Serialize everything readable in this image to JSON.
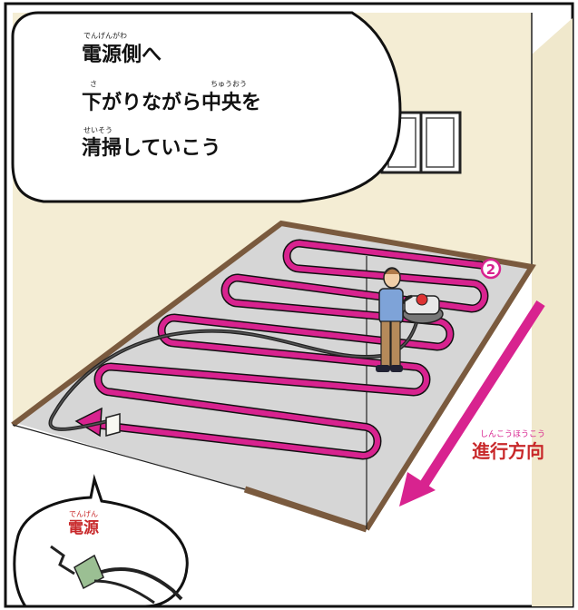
{
  "speech_bubble": {
    "line1": {
      "ruby": "でんげんがわ",
      "text": "電源側へ"
    },
    "line2": {
      "ruby_sa": "さ",
      "ruby_chuou": "ちゅうおう",
      "text": "下がりながら中央を"
    },
    "line3": {
      "ruby": "せいそう",
      "text": "清掃していこう"
    }
  },
  "step_badge": "2",
  "direction": {
    "ruby": "しんこうほうこう",
    "text": "進行方向"
  },
  "outlet_callout": {
    "ruby": "でんげん",
    "text": "電源"
  },
  "colors": {
    "path": "#d8238f",
    "label_red": "#c8282a",
    "floor": "#d9d9d9",
    "wall": "#f3ecd3",
    "baseboard": "#7a5a3e"
  }
}
